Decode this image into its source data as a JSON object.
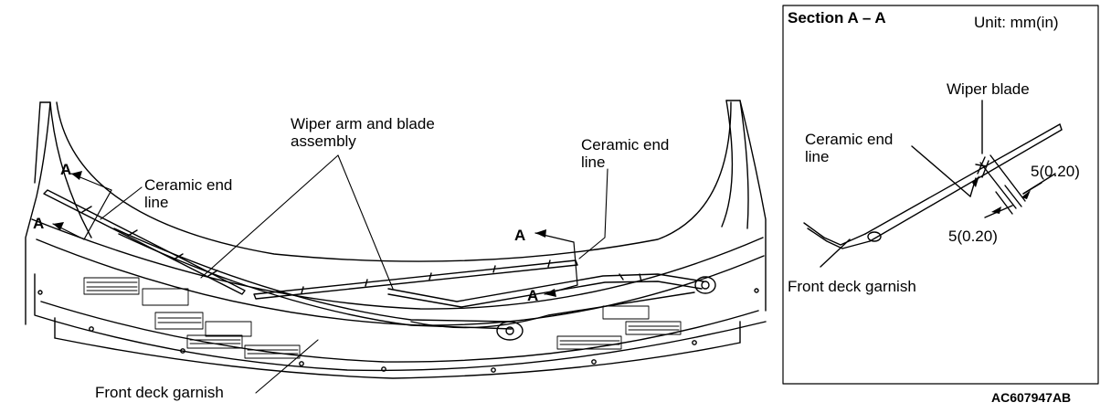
{
  "main_view": {
    "wiper_arm_label": [
      "Wiper arm and blade",
      "assembly"
    ],
    "ceramic_left_label": [
      "Ceramic end",
      "line"
    ],
    "ceramic_right_label": [
      "Ceramic end",
      "line"
    ],
    "front_deck_label": "Front deck garnish",
    "section_marks": [
      "A",
      "A",
      "A",
      "A"
    ]
  },
  "section_view": {
    "title": "Section A – A",
    "unit": "Unit: mm(in)",
    "wiper_blade_label": "Wiper blade",
    "ceramic_label": [
      "Ceramic end",
      "line"
    ],
    "front_deck_label": "Front deck garnish",
    "dimension_upper": "5(0.20)",
    "dimension_lower": "5(0.20)"
  },
  "figure_code": "AC607947AB"
}
